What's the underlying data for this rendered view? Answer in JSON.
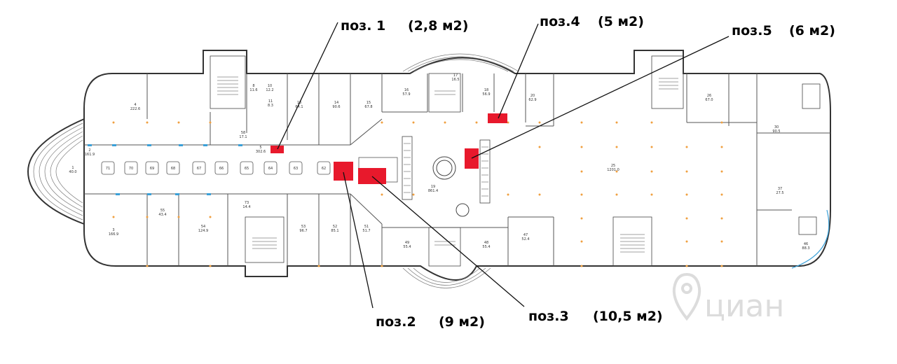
{
  "colors": {
    "accent": "#e8192c",
    "wall": "#333333",
    "dot": "#f0a040",
    "window": "#3aa0d8"
  },
  "callouts": [
    {
      "id": "pos1",
      "label": "поз. 1",
      "area": "(2,8 м2)"
    },
    {
      "id": "pos2",
      "label": "поз.2",
      "area": "(9 м2)"
    },
    {
      "id": "pos3",
      "label": "поз.3",
      "area": "(10,5 м2)"
    },
    {
      "id": "pos4",
      "label": "поз.4",
      "area": "(5 м2)"
    },
    {
      "id": "pos5",
      "label": "поз.5",
      "area": "(6 м2)"
    }
  ],
  "rooms": [
    {
      "num": "1",
      "area": "40.0"
    },
    {
      "num": "2",
      "area": "161.9"
    },
    {
      "num": "3",
      "area": "166.9"
    },
    {
      "num": "4",
      "area": "222.6"
    },
    {
      "num": "5",
      "area": "302.6"
    },
    {
      "num": "8",
      "area": "11.6"
    },
    {
      "num": "10",
      "area": "12.2"
    },
    {
      "num": "11",
      "area": "8.3"
    },
    {
      "num": "13",
      "area": "64.1"
    },
    {
      "num": "14",
      "area": "90.6"
    },
    {
      "num": "15",
      "area": "67.8"
    },
    {
      "num": "16",
      "area": "57.9"
    },
    {
      "num": "17",
      "area": "16.5"
    },
    {
      "num": "18",
      "area": "56.9"
    },
    {
      "num": "19",
      "area": "861.4"
    },
    {
      "num": "20",
      "area": "62.9"
    },
    {
      "num": "25",
      "area": "1201.0"
    },
    {
      "num": "26",
      "area": "67.0"
    },
    {
      "num": "30",
      "area": "90.5"
    },
    {
      "num": "37",
      "area": "27.5"
    },
    {
      "num": "46",
      "area": "88.3"
    },
    {
      "num": "47",
      "area": "52.4"
    },
    {
      "num": "48",
      "area": "55.4"
    },
    {
      "num": "49",
      "area": "55.4"
    },
    {
      "num": "51",
      "area": "51.7"
    },
    {
      "num": "52",
      "area": "85.1"
    },
    {
      "num": "53",
      "area": "96.7"
    },
    {
      "num": "54",
      "area": "124.9"
    },
    {
      "num": "55",
      "area": "43.4"
    },
    {
      "num": "58",
      "area": "17.1"
    },
    {
      "num": "73",
      "area": "14.4"
    }
  ],
  "kiosks": [
    "71",
    "70",
    "69",
    "68",
    "67",
    "66",
    "65",
    "64",
    "63",
    "62"
  ],
  "watermark": "циан"
}
